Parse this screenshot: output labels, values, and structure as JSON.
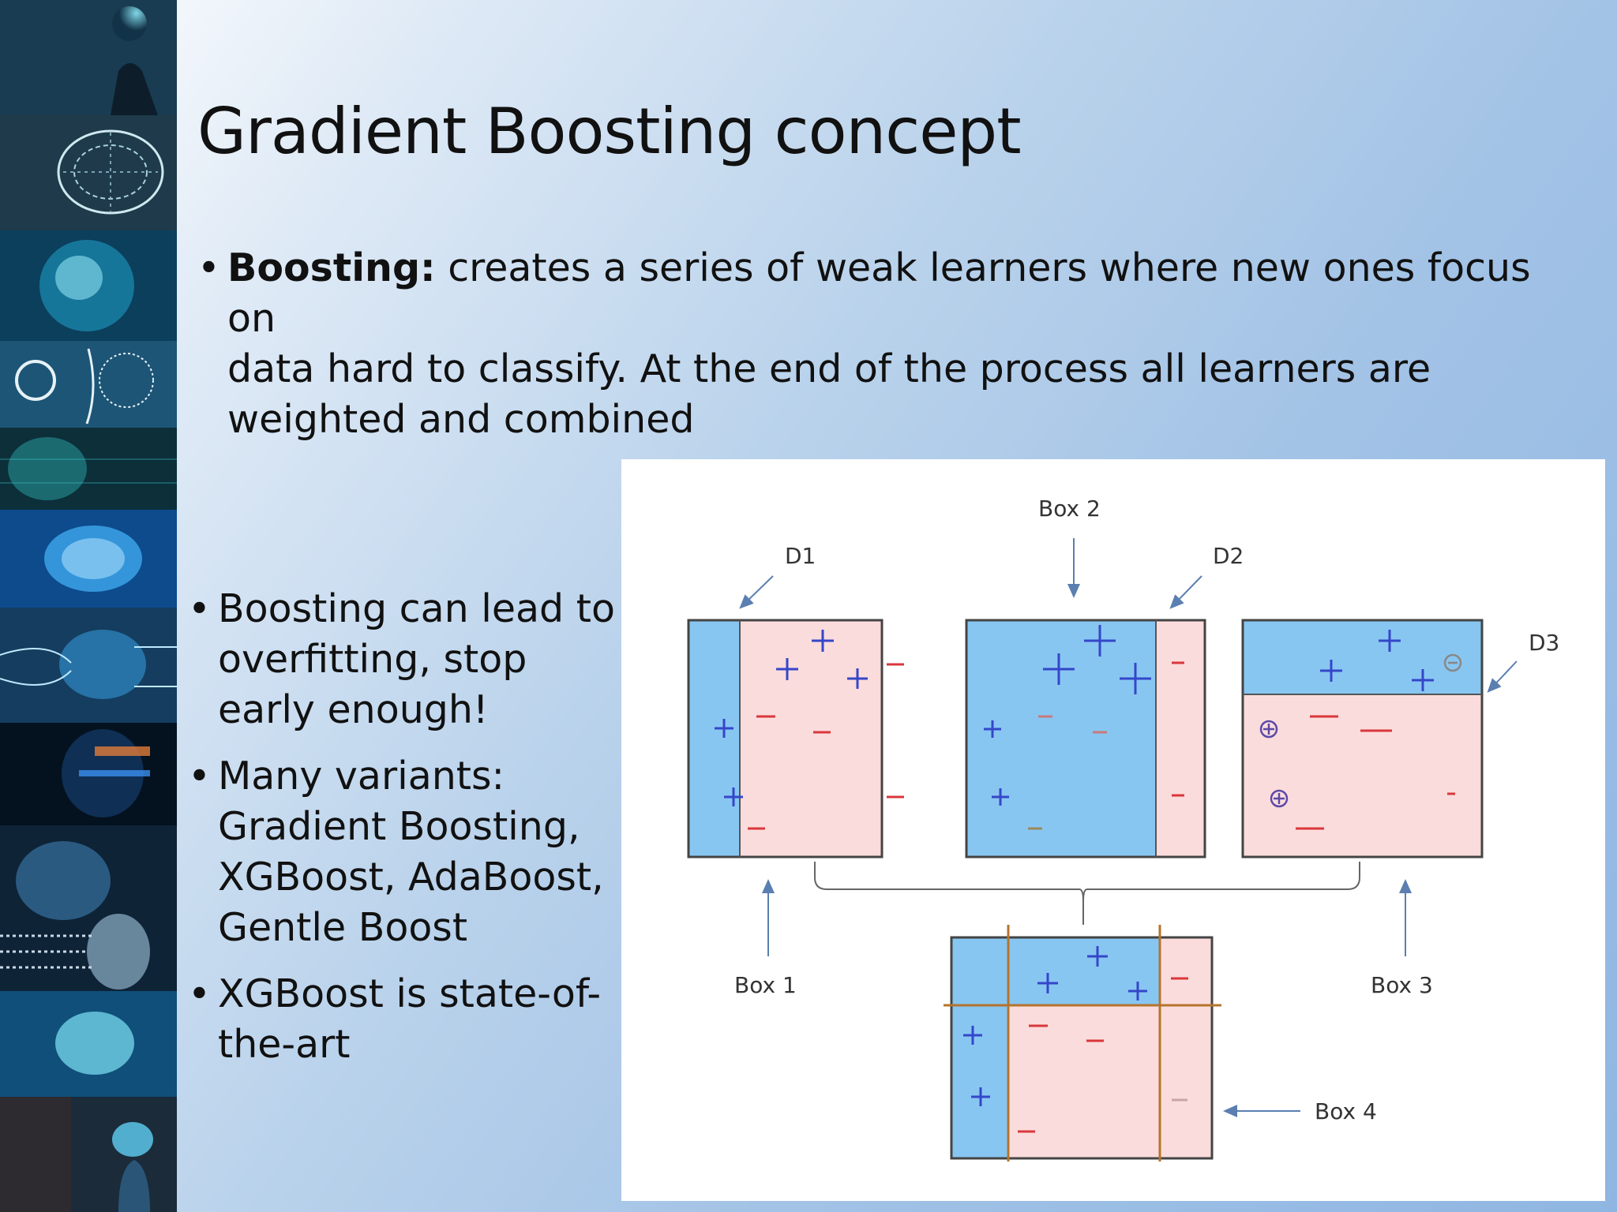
{
  "slide": {
    "title": "Gradient Boosting concept",
    "intro_bullet": {
      "bold": "Boosting:",
      "text_line1": " creates a series of weak learners where new ones focus on",
      "text_line2": "data hard to classify. At the end of the process all learners are",
      "text_line3": "weighted and combined"
    },
    "side_bullets": [
      {
        "lines": [
          "Boosting can lead to",
          "overfitting, stop",
          "early enough!"
        ]
      },
      {
        "lines": [
          "Many variants:",
          "Gradient Boosting,",
          "XGBoost, AdaBoost,",
          "Gentle Boost"
        ]
      },
      {
        "lines": [
          "XGBoost is state-of-",
          "the-art"
        ]
      }
    ],
    "bullet_glyph": "•"
  },
  "diagram": {
    "labels": {
      "box1": "Box 1",
      "box2": "Box 2",
      "box3": "Box 3",
      "box4": "Box 4",
      "d1": "D1",
      "d2": "D2",
      "d3": "D3"
    },
    "colors": {
      "blue_region": "#88c6f2",
      "pink_region": "#fbdcdc",
      "plus": "#3547c9",
      "minus": "#d9373c",
      "border": "#444444",
      "split_line": "#b5742d"
    }
  }
}
